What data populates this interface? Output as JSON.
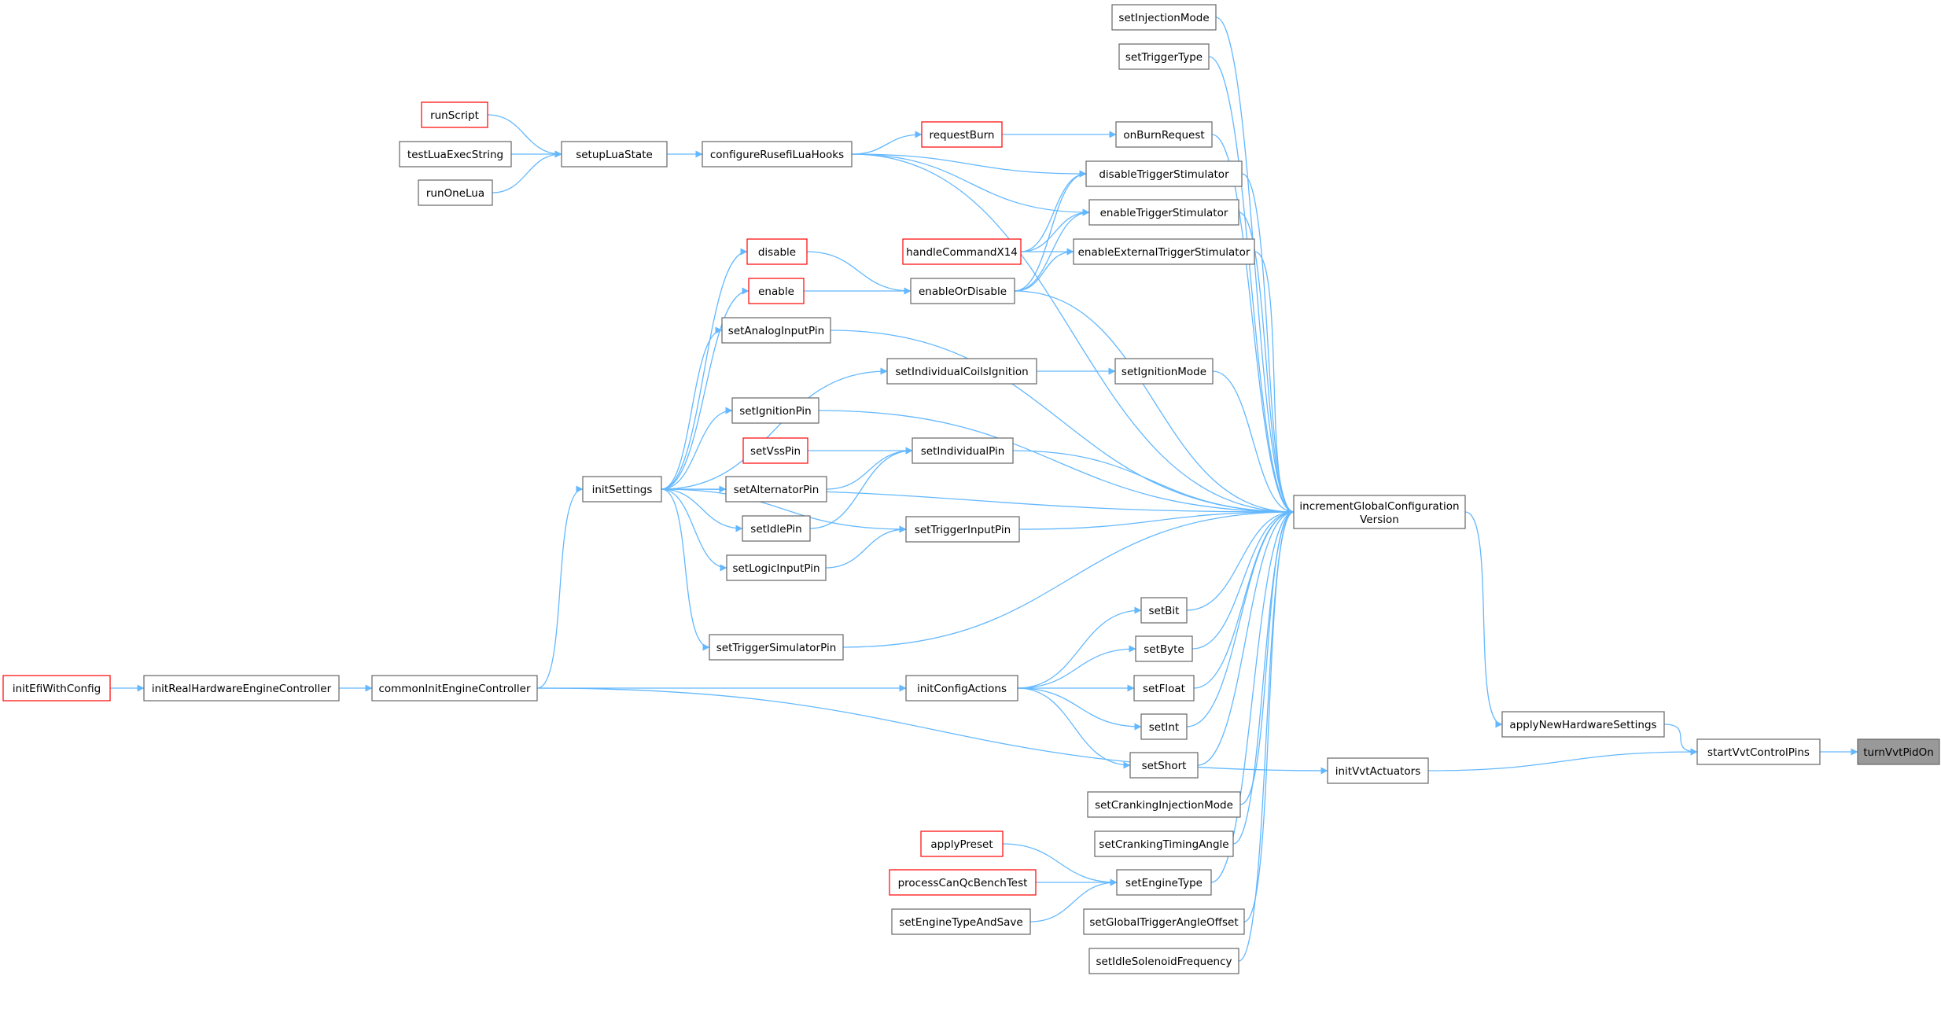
{
  "colors": {
    "edge": "#63b8ff",
    "node_border": "#666666",
    "link_border": "#ff0000",
    "highlight_fill": "#999999"
  },
  "nodes": [
    {
      "id": "turnVvtPidOn",
      "label": "turnVvtPidOn",
      "style": "highlight"
    },
    {
      "id": "startVvtControlPins",
      "label": "startVvtControlPins"
    },
    {
      "id": "applyNewHardwareSettings",
      "label": "applyNewHardwareSettings"
    },
    {
      "id": "initVvtActuators",
      "label": "initVvtActuators"
    },
    {
      "id": "incrementGlobalConfigurationVersion",
      "label": "incrementGlobalConfiguration",
      "label2": "Version"
    },
    {
      "id": "setInjectionMode",
      "label": "setInjectionMode"
    },
    {
      "id": "setTriggerType",
      "label": "setTriggerType"
    },
    {
      "id": "onBurnRequest",
      "label": "onBurnRequest"
    },
    {
      "id": "disableTriggerStimulator",
      "label": "disableTriggerStimulator"
    },
    {
      "id": "enableTriggerStimulator",
      "label": "enableTriggerStimulator"
    },
    {
      "id": "enableExternalTriggerStimulator",
      "label": "enableExternalTriggerStimulator"
    },
    {
      "id": "setIgnitionMode",
      "label": "setIgnitionMode"
    },
    {
      "id": "setBit",
      "label": "setBit"
    },
    {
      "id": "setByte",
      "label": "setByte"
    },
    {
      "id": "setFloat",
      "label": "setFloat"
    },
    {
      "id": "setInt",
      "label": "setInt"
    },
    {
      "id": "setShort",
      "label": "setShort"
    },
    {
      "id": "setCrankingInjectionMode",
      "label": "setCrankingInjectionMode"
    },
    {
      "id": "setCrankingTimingAngle",
      "label": "setCrankingTimingAngle"
    },
    {
      "id": "setEngineType",
      "label": "setEngineType"
    },
    {
      "id": "setGlobalTriggerAngleOffset",
      "label": "setGlobalTriggerAngleOffset"
    },
    {
      "id": "setIdleSolenoidFrequency",
      "label": "setIdleSolenoidFrequency"
    },
    {
      "id": "requestBurn",
      "label": "requestBurn",
      "style": "link"
    },
    {
      "id": "handleCommandX14",
      "label": "handleCommandX14",
      "style": "link"
    },
    {
      "id": "enableOrDisable",
      "label": "enableOrDisable"
    },
    {
      "id": "setIndividualCoilsIgnition",
      "label": "setIndividualCoilsIgnition"
    },
    {
      "id": "setIndividualPin",
      "label": "setIndividualPin"
    },
    {
      "id": "setTriggerInputPin",
      "label": "setTriggerInputPin"
    },
    {
      "id": "initConfigActions",
      "label": "initConfigActions"
    },
    {
      "id": "applyPreset",
      "label": "applyPreset",
      "style": "link"
    },
    {
      "id": "processCanQcBenchTest",
      "label": "processCanQcBenchTest",
      "style": "link"
    },
    {
      "id": "setEngineTypeAndSave",
      "label": "setEngineTypeAndSave"
    },
    {
      "id": "configureRusefiLuaHooks",
      "label": "configureRusefiLuaHooks"
    },
    {
      "id": "disable",
      "label": "disable",
      "style": "link"
    },
    {
      "id": "enable",
      "label": "enable",
      "style": "link"
    },
    {
      "id": "setAnalogInputPin",
      "label": "setAnalogInputPin"
    },
    {
      "id": "setIgnitionPin",
      "label": "setIgnitionPin"
    },
    {
      "id": "setVssPin",
      "label": "setVssPin",
      "style": "link"
    },
    {
      "id": "setAlternatorPin",
      "label": "setAlternatorPin"
    },
    {
      "id": "setIdlePin",
      "label": "setIdlePin"
    },
    {
      "id": "setLogicInputPin",
      "label": "setLogicInputPin"
    },
    {
      "id": "setTriggerSimulatorPin",
      "label": "setTriggerSimulatorPin"
    },
    {
      "id": "setupLuaState",
      "label": "setupLuaState"
    },
    {
      "id": "initSettings",
      "label": "initSettings"
    },
    {
      "id": "commonInitEngineController",
      "label": "commonInitEngineController"
    },
    {
      "id": "runScript",
      "label": "runScript",
      "style": "link"
    },
    {
      "id": "testLuaExecString",
      "label": "testLuaExecString"
    },
    {
      "id": "runOneLua",
      "label": "runOneLua"
    },
    {
      "id": "initRealHardwareEngineController",
      "label": "initRealHardwareEngineController"
    },
    {
      "id": "initEfiWithConfig",
      "label": "initEfiWithConfig",
      "style": "link"
    }
  ],
  "edges": [
    {
      "from": "startVvtControlPins",
      "to": "turnVvtPidOn"
    },
    {
      "from": "applyNewHardwareSettings",
      "to": "startVvtControlPins"
    },
    {
      "from": "initVvtActuators",
      "to": "startVvtControlPins"
    },
    {
      "from": "incrementGlobalConfigurationVersion",
      "to": "applyNewHardwareSettings"
    },
    {
      "from": "commonInitEngineController",
      "to": "initVvtActuators"
    },
    {
      "from": "setInjectionMode",
      "to": "incrementGlobalConfigurationVersion"
    },
    {
      "from": "setTriggerType",
      "to": "incrementGlobalConfigurationVersion"
    },
    {
      "from": "configureRusefiLuaHooks",
      "to": "incrementGlobalConfigurationVersion"
    },
    {
      "from": "onBurnRequest",
      "to": "incrementGlobalConfigurationVersion"
    },
    {
      "from": "disableTriggerStimulator",
      "to": "incrementGlobalConfigurationVersion"
    },
    {
      "from": "enableTriggerStimulator",
      "to": "incrementGlobalConfigurationVersion"
    },
    {
      "from": "enableExternalTriggerStimulator",
      "to": "incrementGlobalConfigurationVersion"
    },
    {
      "from": "enableOrDisable",
      "to": "incrementGlobalConfigurationVersion"
    },
    {
      "from": "setAnalogInputPin",
      "to": "incrementGlobalConfigurationVersion"
    },
    {
      "from": "setIgnitionMode",
      "to": "incrementGlobalConfigurationVersion"
    },
    {
      "from": "setIgnitionPin",
      "to": "incrementGlobalConfigurationVersion"
    },
    {
      "from": "setIndividualPin",
      "to": "incrementGlobalConfigurationVersion"
    },
    {
      "from": "initSettings",
      "to": "incrementGlobalConfigurationVersion"
    },
    {
      "from": "setTriggerInputPin",
      "to": "incrementGlobalConfigurationVersion"
    },
    {
      "from": "setTriggerSimulatorPin",
      "to": "incrementGlobalConfigurationVersion"
    },
    {
      "from": "setBit",
      "to": "incrementGlobalConfigurationVersion"
    },
    {
      "from": "setByte",
      "to": "incrementGlobalConfigurationVersion"
    },
    {
      "from": "setFloat",
      "to": "incrementGlobalConfigurationVersion"
    },
    {
      "from": "setInt",
      "to": "incrementGlobalConfigurationVersion"
    },
    {
      "from": "setShort",
      "to": "incrementGlobalConfigurationVersion"
    },
    {
      "from": "setCrankingInjectionMode",
      "to": "incrementGlobalConfigurationVersion"
    },
    {
      "from": "setCrankingTimingAngle",
      "to": "incrementGlobalConfigurationVersion"
    },
    {
      "from": "setEngineType",
      "to": "incrementGlobalConfigurationVersion"
    },
    {
      "from": "setGlobalTriggerAngleOffset",
      "to": "incrementGlobalConfigurationVersion"
    },
    {
      "from": "setIdleSolenoidFrequency",
      "to": "incrementGlobalConfigurationVersion"
    },
    {
      "from": "requestBurn",
      "to": "onBurnRequest"
    },
    {
      "from": "configureRusefiLuaHooks",
      "to": "requestBurn"
    },
    {
      "from": "configureRusefiLuaHooks",
      "to": "disableTriggerStimulator"
    },
    {
      "from": "configureRusefiLuaHooks",
      "to": "enableTriggerStimulator"
    },
    {
      "from": "handleCommandX14",
      "to": "disableTriggerStimulator"
    },
    {
      "from": "handleCommandX14",
      "to": "enableTriggerStimulator"
    },
    {
      "from": "handleCommandX14",
      "to": "enableExternalTriggerStimulator"
    },
    {
      "from": "enableOrDisable",
      "to": "disableTriggerStimulator"
    },
    {
      "from": "enableOrDisable",
      "to": "enableTriggerStimulator"
    },
    {
      "from": "enableOrDisable",
      "to": "enableExternalTriggerStimulator"
    },
    {
      "from": "setupLuaState",
      "to": "configureRusefiLuaHooks"
    },
    {
      "from": "runScript",
      "to": "setupLuaState"
    },
    {
      "from": "testLuaExecString",
      "to": "setupLuaState"
    },
    {
      "from": "runOneLua",
      "to": "setupLuaState"
    },
    {
      "from": "disable",
      "to": "enableOrDisable"
    },
    {
      "from": "enable",
      "to": "enableOrDisable"
    },
    {
      "from": "initSettings",
      "to": "disable"
    },
    {
      "from": "initSettings",
      "to": "enable"
    },
    {
      "from": "initSettings",
      "to": "setAnalogInputPin"
    },
    {
      "from": "initSettings",
      "to": "setIndividualCoilsIgnition"
    },
    {
      "from": "setIndividualCoilsIgnition",
      "to": "setIgnitionMode"
    },
    {
      "from": "initSettings",
      "to": "setIgnitionPin"
    },
    {
      "from": "setVssPin",
      "to": "setIndividualPin"
    },
    {
      "from": "setAlternatorPin",
      "to": "setIndividualPin"
    },
    {
      "from": "setIdlePin",
      "to": "setIndividualPin"
    },
    {
      "from": "initSettings",
      "to": "setAlternatorPin"
    },
    {
      "from": "initSettings",
      "to": "setIdlePin"
    },
    {
      "from": "initSettings",
      "to": "setLogicInputPin"
    },
    {
      "from": "initSettings",
      "to": "setTriggerInputPin"
    },
    {
      "from": "setLogicInputPin",
      "to": "setTriggerInputPin"
    },
    {
      "from": "initSettings",
      "to": "setTriggerSimulatorPin"
    },
    {
      "from": "commonInitEngineController",
      "to": "initSettings"
    },
    {
      "from": "initConfigActions",
      "to": "setBit"
    },
    {
      "from": "initConfigActions",
      "to": "setByte"
    },
    {
      "from": "initConfigActions",
      "to": "setFloat"
    },
    {
      "from": "initConfigActions",
      "to": "setInt"
    },
    {
      "from": "initConfigActions",
      "to": "setShort"
    },
    {
      "from": "commonInitEngineController",
      "to": "initConfigActions"
    },
    {
      "from": "initRealHardwareEngineController",
      "to": "commonInitEngineController"
    },
    {
      "from": "initEfiWithConfig",
      "to": "initRealHardwareEngineController"
    },
    {
      "from": "applyPreset",
      "to": "setEngineType"
    },
    {
      "from": "processCanQcBenchTest",
      "to": "setEngineType"
    },
    {
      "from": "setEngineTypeAndSave",
      "to": "setEngineType"
    }
  ]
}
